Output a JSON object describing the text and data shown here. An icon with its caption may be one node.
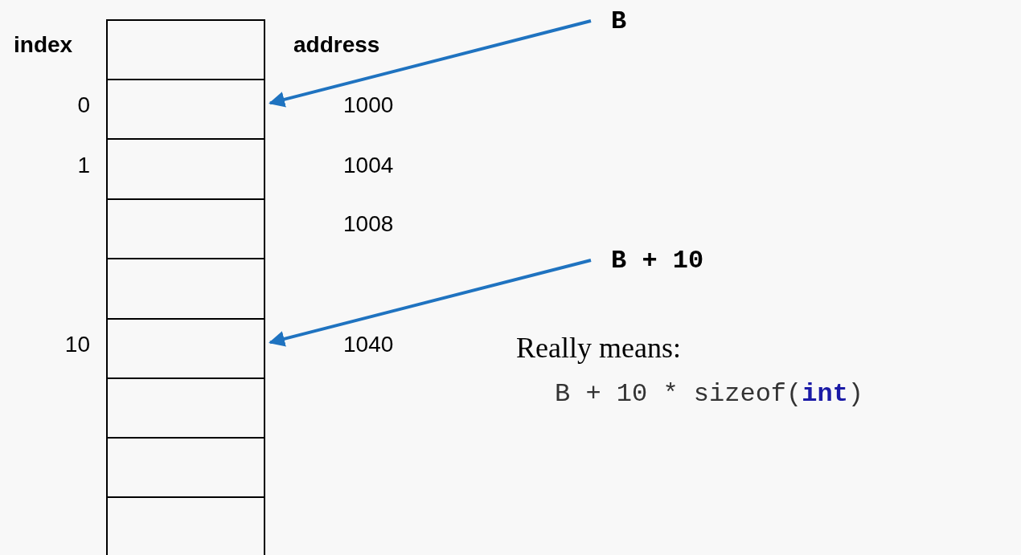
{
  "diagram": {
    "nodes": [
      {
        "text": [],
        "shape": "box"
      },
      {
        "text": [],
        "shape": "box"
      },
      {
        "text": [],
        "shape": "box"
      },
      {
        "text": [],
        "shape": "box"
      },
      {
        "text": [],
        "shape": "box"
      },
      {
        "text": [],
        "shape": "box"
      },
      {
        "text": [],
        "shape": "box"
      },
      {
        "text": [],
        "shape": "box"
      },
      {
        "text": [],
        "shape": "box"
      },
      {
        "text": [
          "B"
        ]
      },
      {
        "text": [
          "B + 10"
        ]
      }
    ],
    "edges": [
      {
        "from": 9,
        "to": 1,
        "arrow": "to"
      },
      {
        "from": 10,
        "to": 5,
        "arrow": "to"
      }
    ],
    "labels": [
      "index",
      "address",
      "0",
      "1000",
      "1",
      "1004",
      "1008",
      "10",
      "1040",
      "Really means:",
      "B + 10 * sizeof(**int**)"
    ]
  }
}
